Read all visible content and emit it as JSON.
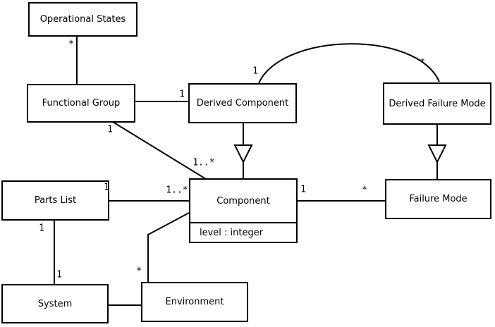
{
  "diagram": {
    "kind": "uml-class-diagram",
    "classes": {
      "operational_states": {
        "label": "Operational States"
      },
      "functional_group": {
        "label": "Functional Group"
      },
      "derived_component": {
        "label": "Derived Component"
      },
      "derived_failure_mode": {
        "label": "Derived Failure Mode"
      },
      "parts_list": {
        "label": "Parts List"
      },
      "component": {
        "label": "Component",
        "attribute": "level : integer"
      },
      "failure_mode": {
        "label": "Failure Mode"
      },
      "system": {
        "label": "System"
      },
      "environment": {
        "label": "Environment"
      }
    },
    "multiplicities": {
      "operational_states_end": "*",
      "functional_group_bottom": "1",
      "derived_component_left": "1",
      "derived_component_curve": "1",
      "derived_failure_mode_curve": "*",
      "component_top_left": "1..*",
      "component_left": "1..*",
      "parts_list_right": "1",
      "component_right": "1",
      "failure_mode_left": "*",
      "parts_list_bottom": "1",
      "system_top": "1",
      "environment_top": "*"
    },
    "relationships": [
      {
        "from": "Operational States",
        "to": "Functional Group",
        "type": "association",
        "from_label": "*"
      },
      {
        "from": "Functional Group",
        "to": "Derived Component",
        "type": "association",
        "to_label": "1"
      },
      {
        "from": "Functional Group",
        "to": "Component",
        "type": "association",
        "from_label": "1",
        "to_label": "1..*"
      },
      {
        "from": "Derived Component",
        "to": "Component",
        "type": "generalization"
      },
      {
        "from": "Derived Component",
        "to": "Derived Failure Mode",
        "type": "association",
        "from_label": "1",
        "to_label": "*"
      },
      {
        "from": "Derived Failure Mode",
        "to": "Failure Mode",
        "type": "generalization"
      },
      {
        "from": "Parts List",
        "to": "Component",
        "type": "association",
        "from_label": "1",
        "to_label": "1..*"
      },
      {
        "from": "Component",
        "to": "Failure Mode",
        "type": "association",
        "from_label": "1",
        "to_label": "*"
      },
      {
        "from": "Parts List",
        "to": "System",
        "type": "association",
        "from_label": "1",
        "to_label": "1"
      },
      {
        "from": "System",
        "to": "Environment",
        "type": "association"
      },
      {
        "from": "Component",
        "to": "Environment",
        "type": "association",
        "to_label": "*"
      }
    ],
    "colors": {
      "line": "#000000",
      "fill": "#ffffff",
      "text": "#000000"
    }
  }
}
